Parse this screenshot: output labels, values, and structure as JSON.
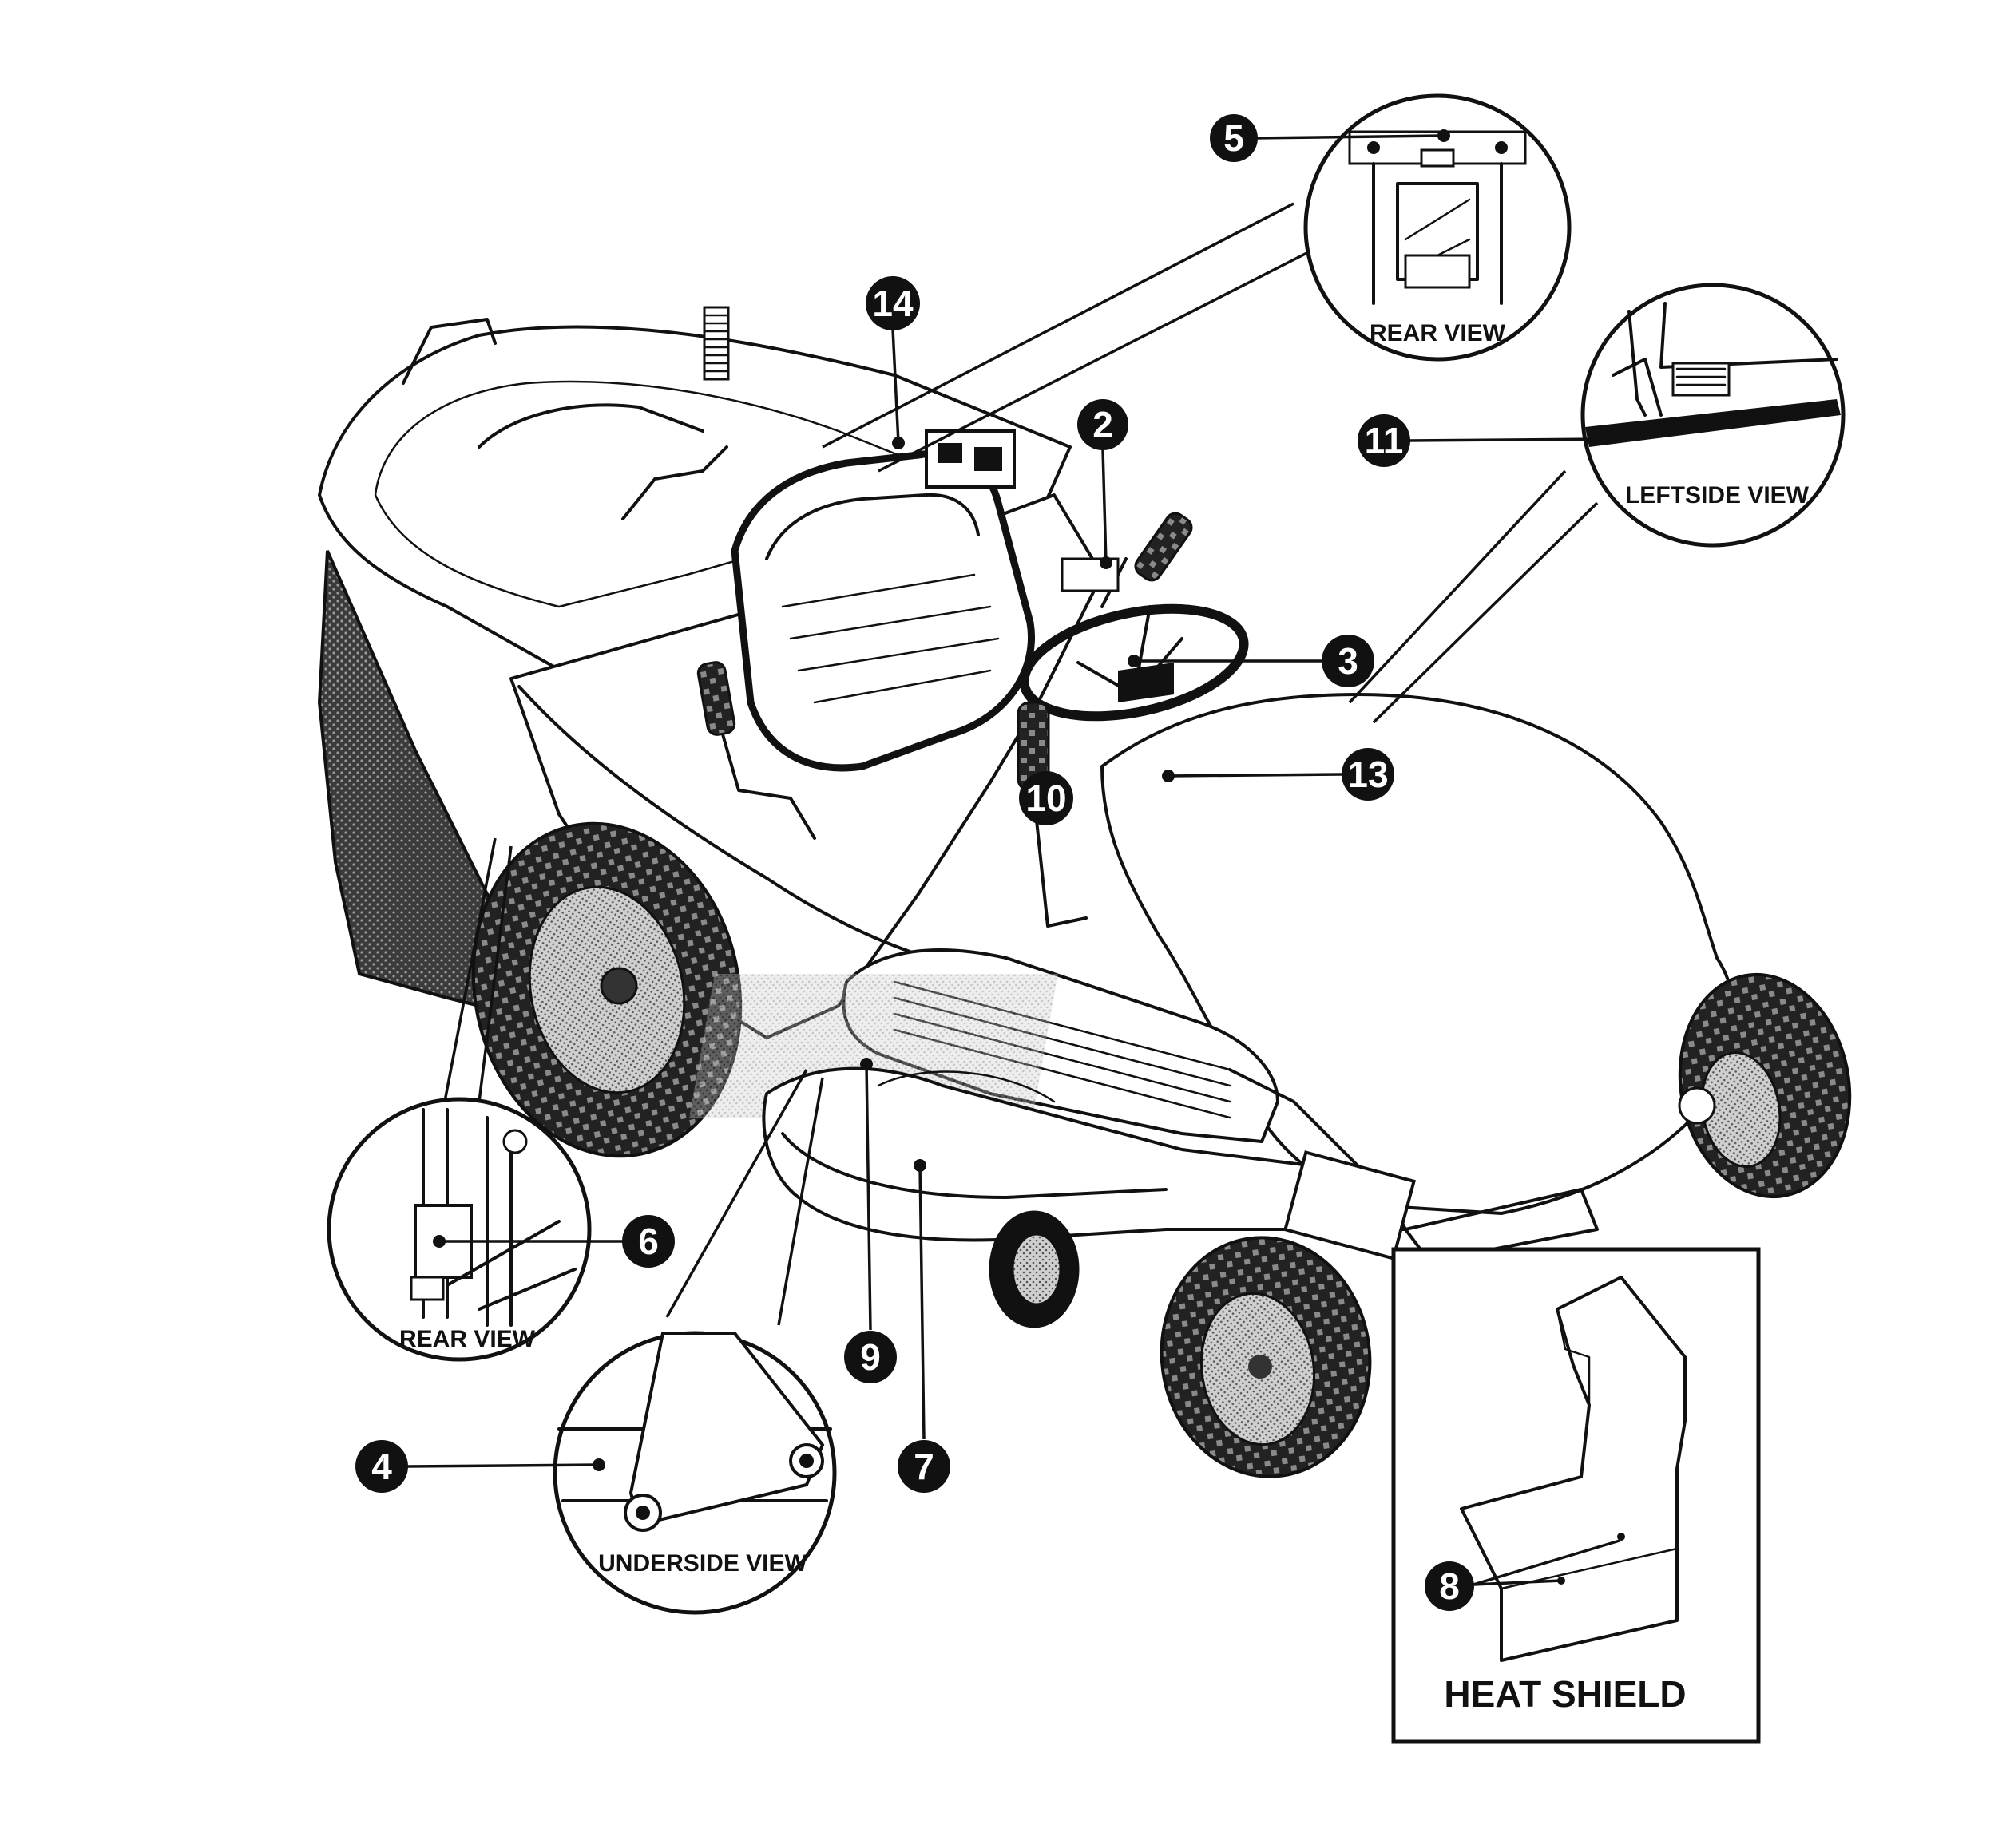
{
  "callouts": {
    "c2": "2",
    "c3": "3",
    "c4": "4",
    "c5": "5",
    "c6": "6",
    "c7": "7",
    "c8": "8",
    "c9": "9",
    "c10": "10",
    "c11": "11",
    "c13": "13",
    "c14": "14"
  },
  "views": {
    "rear_view_top": "REAR VIEW",
    "leftside_view": "LEFTSIDE VIEW",
    "rear_view_left": "REAR VIEW",
    "underside_view": "UNDERSIDE VIEW"
  },
  "heat_shield": {
    "label": "HEAT SHIELD"
  }
}
